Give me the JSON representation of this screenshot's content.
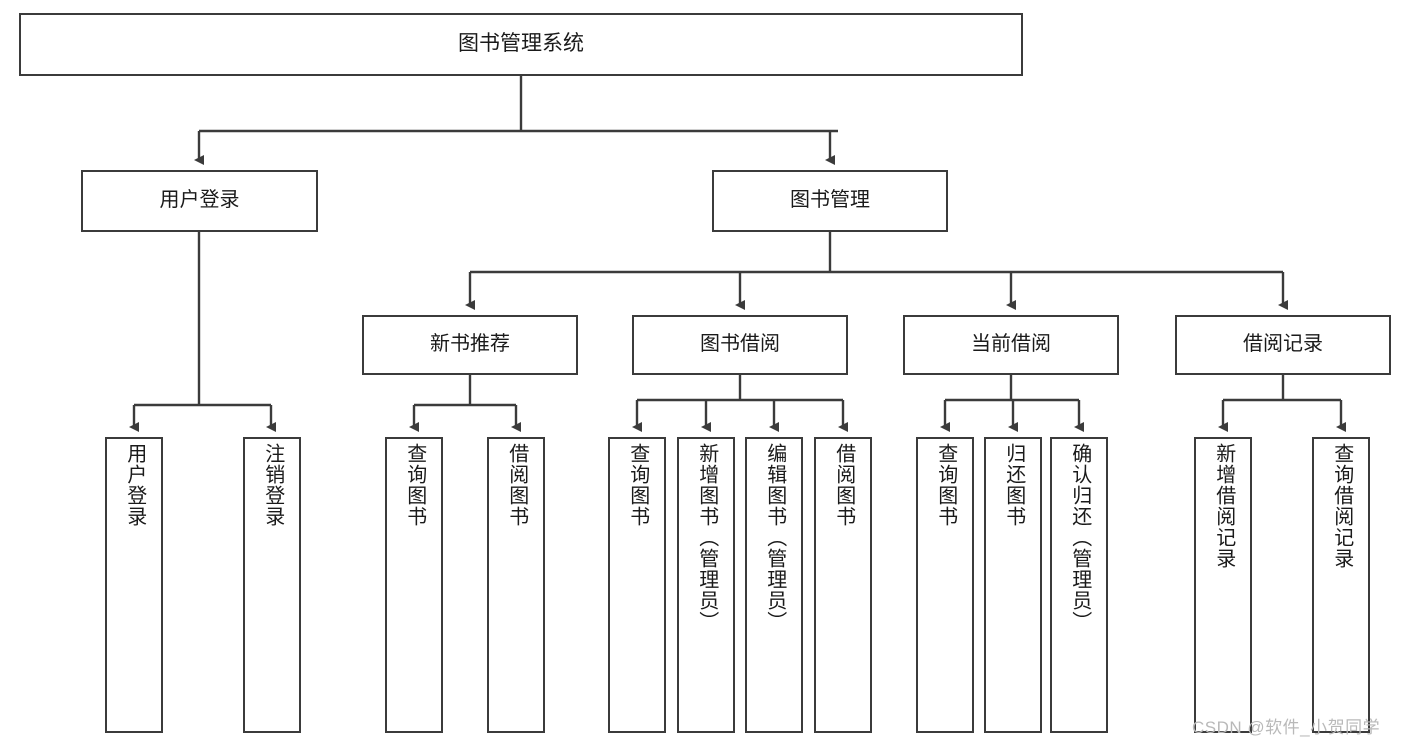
{
  "diagram": {
    "title": "图书管理系统",
    "type": "functional-decomposition-tree",
    "root": {
      "label": "图书管理系统"
    },
    "level2": [
      {
        "label": "用户登录"
      },
      {
        "label": "图书管理"
      }
    ],
    "level3": [
      {
        "label": "新书推荐"
      },
      {
        "label": "图书借阅"
      },
      {
        "label": "当前借阅"
      },
      {
        "label": "借阅记录"
      }
    ],
    "leaves": {
      "user_login": [
        {
          "label": "用户登录"
        },
        {
          "label": "注销登录"
        }
      ],
      "new_book_recommend": [
        {
          "label": "查询图书"
        },
        {
          "label": "借阅图书"
        }
      ],
      "book_borrow": [
        {
          "label": "查询图书"
        },
        {
          "label": "新增图书（管理员）"
        },
        {
          "label": "编辑图书（管理员）"
        },
        {
          "label": "借阅图书"
        }
      ],
      "current_borrow": [
        {
          "label": "查询图书"
        },
        {
          "label": "归还图书"
        },
        {
          "label": "确认归还（管理员）"
        }
      ],
      "borrow_record": [
        {
          "label": "新增借阅记录"
        },
        {
          "label": "查询借阅记录"
        }
      ]
    }
  },
  "watermark": {
    "text": "CSDN @软件_小贺同学"
  },
  "colors": {
    "stroke": "#3b3b3b",
    "background": "#ffffff",
    "text": "#1a1a1a",
    "watermark": "#b9b9b9"
  }
}
